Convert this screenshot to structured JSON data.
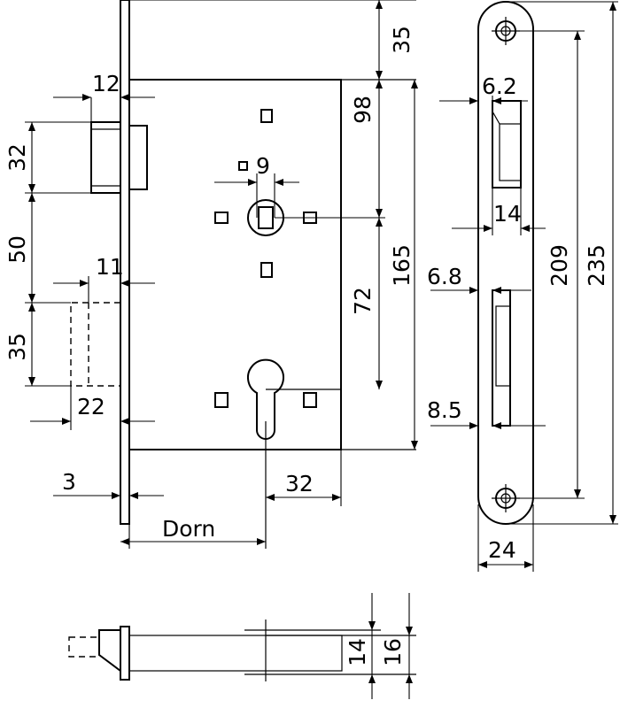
{
  "dimensions": {
    "d12": "12",
    "d32_left": "32",
    "d50": "50",
    "d11": "11",
    "d35_left": "35",
    "d22": "22",
    "d3": "3",
    "dorn": "Dorn",
    "d32_bottom": "32",
    "d9": "9",
    "d35_top": "35",
    "d98": "98",
    "d72": "72",
    "d165": "165",
    "d6_2": "6.2",
    "d14_plate": "14",
    "d6_8": "6.8",
    "d8_5": "8.5",
    "d209": "209",
    "d235": "235",
    "d24": "24",
    "d14_bottom": "14",
    "d16_bottom": "16"
  }
}
